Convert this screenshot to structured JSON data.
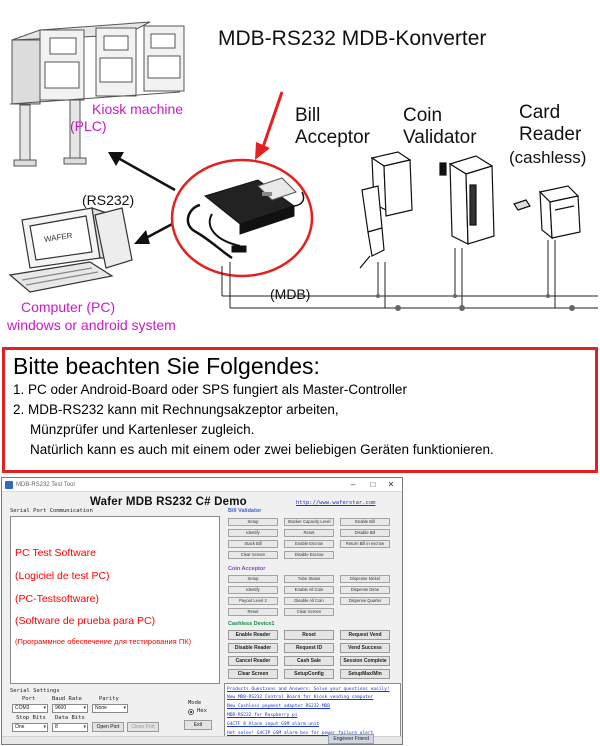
{
  "diagram": {
    "converter_title": "MDB-RS232 MDB-Konverter",
    "kiosk_line1": "Kiosk machine",
    "kiosk_line2": "(PLC)",
    "rs232_label": "(RS232)",
    "pc_line1": "Computer (PC)",
    "pc_line2": "windows or android system",
    "bill_line1": "Bill",
    "bill_line2": "Acceptor",
    "coin_line1": "Coin",
    "coin_line2": "Validator",
    "card_line1": "Card",
    "card_line2": "Reader",
    "card_line3": "(cashless)",
    "mdb_label": "(MDB)",
    "monitor_text": "WAFER",
    "accent_magenta": "#cc18c8",
    "arrow_red": "#e52020"
  },
  "notice": {
    "title": "Bitte beachten Sie Folgendes:",
    "line1": "1. PC oder Android-Board oder SPS fungiert als Master-Controller",
    "line2": "2. MDB-RS232 kann mit Rechnungsakzeptor arbeiten,",
    "line3": "Münzprüfer und Kartenleser zugleich.",
    "line4": "Natürlich kann es auch mit einem oder zwei beliebigen Geräten funktionieren."
  },
  "app": {
    "window_title": "MDB-RS232 Test Tool",
    "demo_title": "Wafer MDB RS232 C# Demo",
    "website": "http://www.waferstar.com",
    "serial_comm_label": "Serial Port Communication",
    "serial_text": [
      "PC Test Software",
      "(Logiciel de test PC)",
      "(PC-Testsoftware)",
      "(Software de prueba para PC)",
      "(Программное обеспечение для тестирования ПК)"
    ],
    "serial_settings": {
      "label": "Serial Settings",
      "port_label": "Port",
      "port_value": "COM3",
      "baud_label": "Baud Rate",
      "baud_value": "9600",
      "parity_label": "Parity",
      "parity_value": "None",
      "stop_label": "Stop Bits",
      "stop_value": "One",
      "data_label": "Data Bits",
      "data_value": "8",
      "open_port": "Open Port",
      "close_port": "Close Port"
    },
    "mode_label": "Mode",
    "mode_value": "Hex",
    "exit_label": "Exit",
    "bill_validator": {
      "label": "Bill Validator",
      "buttons": [
        "Setup",
        "Stacker Capacity Level",
        "Enable Bill",
        "Identify",
        "Reset",
        "Disable Bill",
        "Stack Bill",
        "Enable Escrow",
        "Return Bill in escrow",
        "Clear Screen",
        "Disable Escrow"
      ]
    },
    "coin_acceptor": {
      "label": "Coin Acceptor",
      "buttons": [
        "Setup",
        "Tube Status",
        "Dispense Nickel",
        "Identify",
        "Enable All Coin",
        "Dispense Dime",
        "Payout Level 2",
        "Disable All Coin",
        "Dispense Quarter",
        "Reset",
        "Clear Screen"
      ]
    },
    "cashless": {
      "label": "Cashless Device1",
      "buttons": [
        "Enable Reader",
        "Reset",
        "Request Vend",
        "Disable Reader",
        "Request ID",
        "Vend Success",
        "Cancel Reader",
        "Cash Sale",
        "Session Complete",
        "Clear Screen",
        "SetupConfig",
        "SetupMax/Min"
      ]
    },
    "links": [
      "Products Questions and Answers: Solve your questions easily!",
      "New MDB-RS232 Control Board for Kiosk vending computer",
      "New Cashless payment adapter RS232-MDB",
      "MDB-RS232 for Raspberry pi",
      "G4CTF  8 Alarm input GSM alarm unit",
      "Hot sales! G4CIP GSM alarm box for power failure alert"
    ],
    "status_label": "Engineer Friend",
    "colors": {
      "group_blue": "#3f62d8",
      "group_purple": "#8c3ec9",
      "group_green": "#0e8f4a",
      "serial_text_red": "#ff0000",
      "link_blue": "#1a35c8"
    }
  }
}
